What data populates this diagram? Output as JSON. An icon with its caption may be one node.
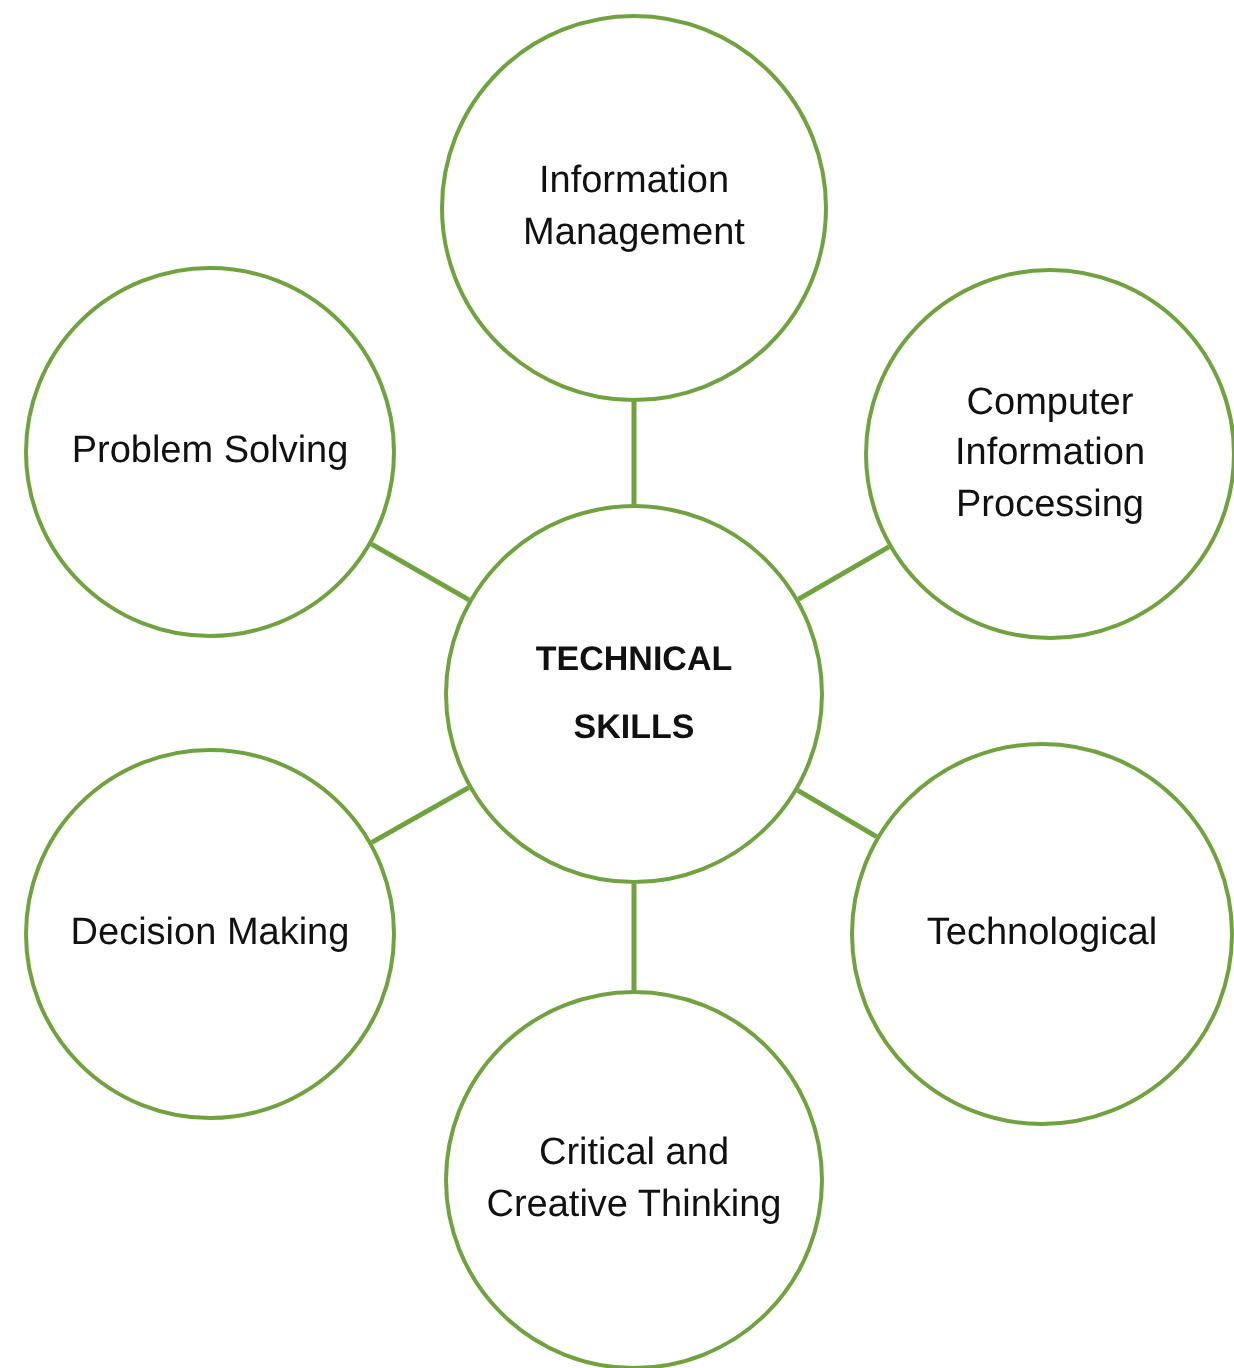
{
  "diagram": {
    "nodes": [
      {
        "text": [
          "Information Management"
        ]
      },
      {
        "text": [
          "Problem Solving"
        ]
      },
      {
        "text": [
          "Computer Information Processing"
        ]
      },
      {
        "text": [
          "TECHNICAL SKILLS"
        ]
      },
      {
        "text": [
          "Decision Making"
        ]
      },
      {
        "text": [
          "Technological"
        ]
      },
      {
        "text": [
          "Critical and Creative Thinking"
        ]
      }
    ],
    "edges": [
      {
        "from": 3,
        "to": 0,
        "arrow": "none"
      },
      {
        "from": 3,
        "to": 1,
        "arrow": "none"
      },
      {
        "from": 3,
        "to": 2,
        "arrow": "none"
      },
      {
        "from": 3,
        "to": 4,
        "arrow": "none"
      },
      {
        "from": 3,
        "to": 5,
        "arrow": "none"
      },
      {
        "from": 3,
        "to": 6,
        "arrow": "none"
      }
    ]
  }
}
